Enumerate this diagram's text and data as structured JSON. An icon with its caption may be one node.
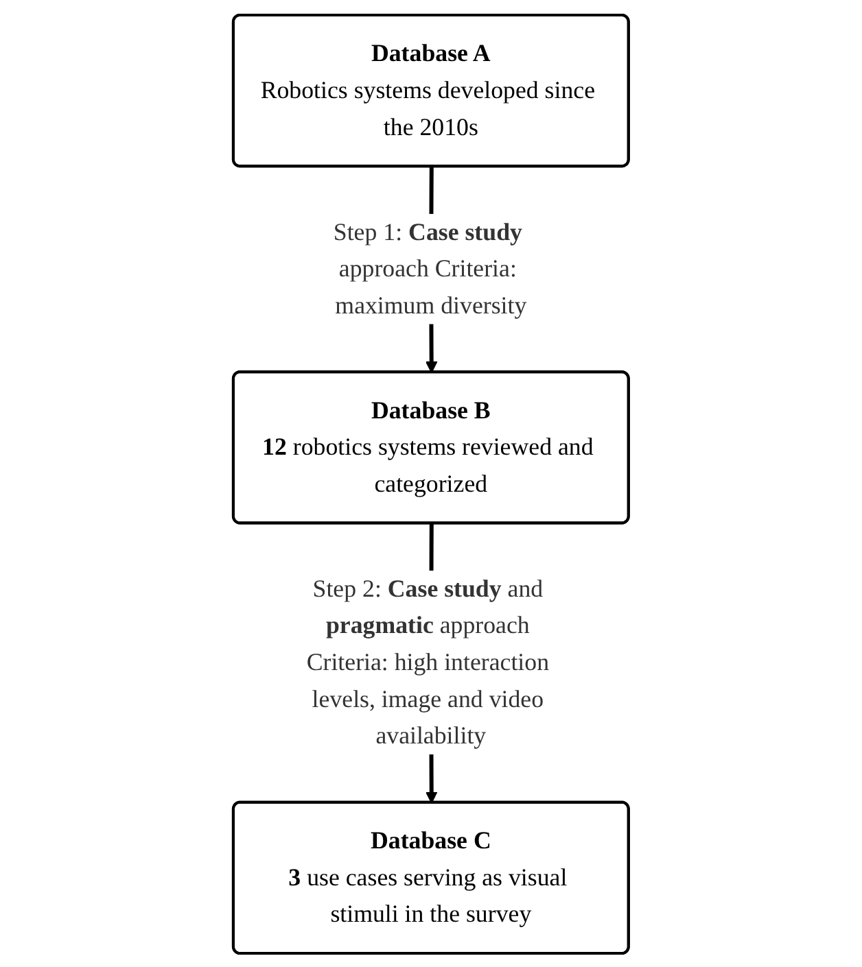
{
  "diagram": {
    "nodes": [
      {
        "text": [
          "Database A",
          "Robotics systems developed since the 2010s"
        ]
      },
      {
        "text": [
          "Database B",
          "**12** robotics systems reviewed and categorized"
        ]
      },
      {
        "text": [
          "Database C",
          "**3** use cases serving as visual stimuli in the survey"
        ]
      }
    ],
    "edges": [
      {
        "from": 0,
        "to": 1,
        "arrow": "to",
        "label": "Step 1: **Case study** approach Criteria: maximum diversity"
      },
      {
        "from": 1,
        "to": 2,
        "arrow": "to",
        "label": "Step 2: **Case study** and **pragmatic** approach Criteria: high interaction levels, image and video availability"
      }
    ]
  }
}
